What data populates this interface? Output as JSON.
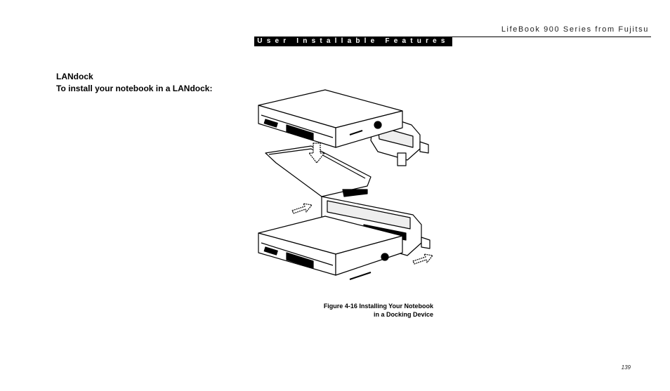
{
  "header": {
    "running_title": "LifeBook 900 Series from Fujitsu",
    "section_bar": "User Installable Features"
  },
  "content": {
    "heading": "LANdock",
    "subheading": "To install your notebook in a LANdock:"
  },
  "figure": {
    "caption_line1": "Figure 4-16 Installing Your Notebook",
    "caption_line2": "in a Docking Device"
  },
  "footer": {
    "page_number": "139"
  }
}
